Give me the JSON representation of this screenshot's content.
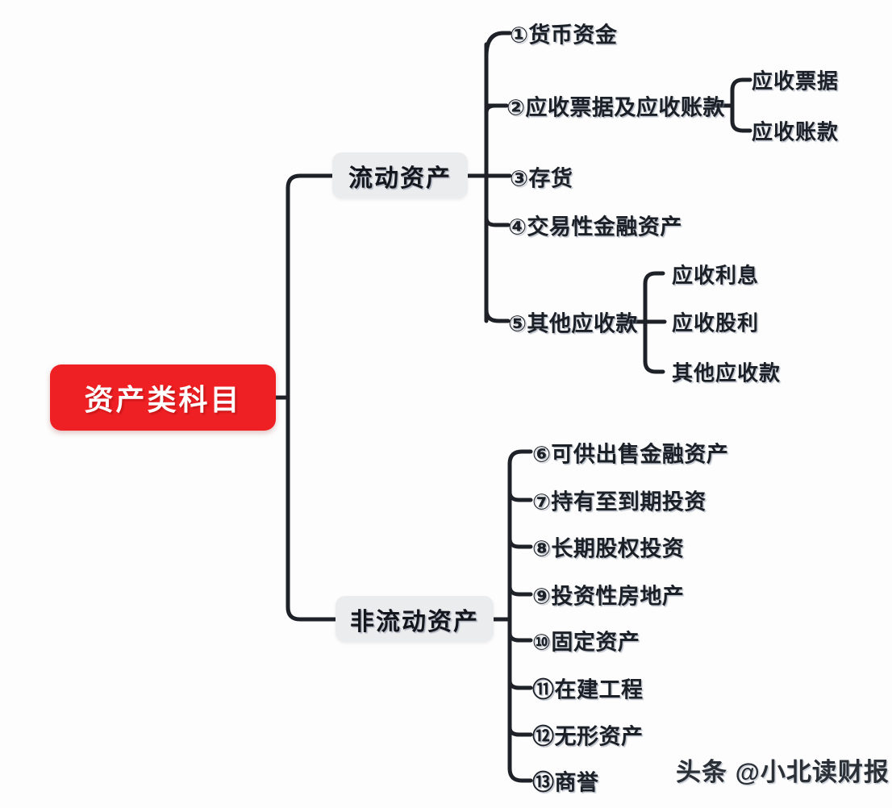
{
  "diagram": {
    "title": "资产类科目",
    "root": {
      "label": "资产类科目",
      "color": "#ee2024",
      "text_color": "#ffffff"
    },
    "branches": [
      {
        "id": "current",
        "label": "流动资产",
        "color": "#ebecee"
      },
      {
        "id": "noncurrent",
        "label": "非流动资产",
        "color": "#ebecee"
      }
    ],
    "current_assets": [
      {
        "marker": "①",
        "label": "①货币资金"
      },
      {
        "marker": "②",
        "label": "②应收票据及应收账款"
      },
      {
        "marker": "③",
        "label": "③存货"
      },
      {
        "marker": "④",
        "label": "④交易性金融资产"
      },
      {
        "marker": "⑤",
        "label": "⑤其他应收款"
      }
    ],
    "receivables_children": [
      {
        "label": "应收票据"
      },
      {
        "label": "应收账款"
      }
    ],
    "other_receivables_children": [
      {
        "label": "应收利息"
      },
      {
        "label": "应收股利"
      },
      {
        "label": "其他应收款"
      }
    ],
    "noncurrent_assets": [
      {
        "marker": "⑥",
        "label": "⑥可供出售金融资产"
      },
      {
        "marker": "⑦",
        "label": "⑦持有至到期投资"
      },
      {
        "marker": "⑧",
        "label": "⑧长期股权投资"
      },
      {
        "marker": "⑨",
        "label": "⑨投资性房地产"
      },
      {
        "marker": "⑩",
        "label": "⑩固定资产"
      },
      {
        "marker": "⑪",
        "label": "⑪在建工程"
      },
      {
        "marker": "⑫",
        "label": "⑫无形资产"
      },
      {
        "marker": "⑬",
        "label": "⑬商誉"
      }
    ]
  },
  "watermark": {
    "text": "头条 @小北读财报"
  }
}
